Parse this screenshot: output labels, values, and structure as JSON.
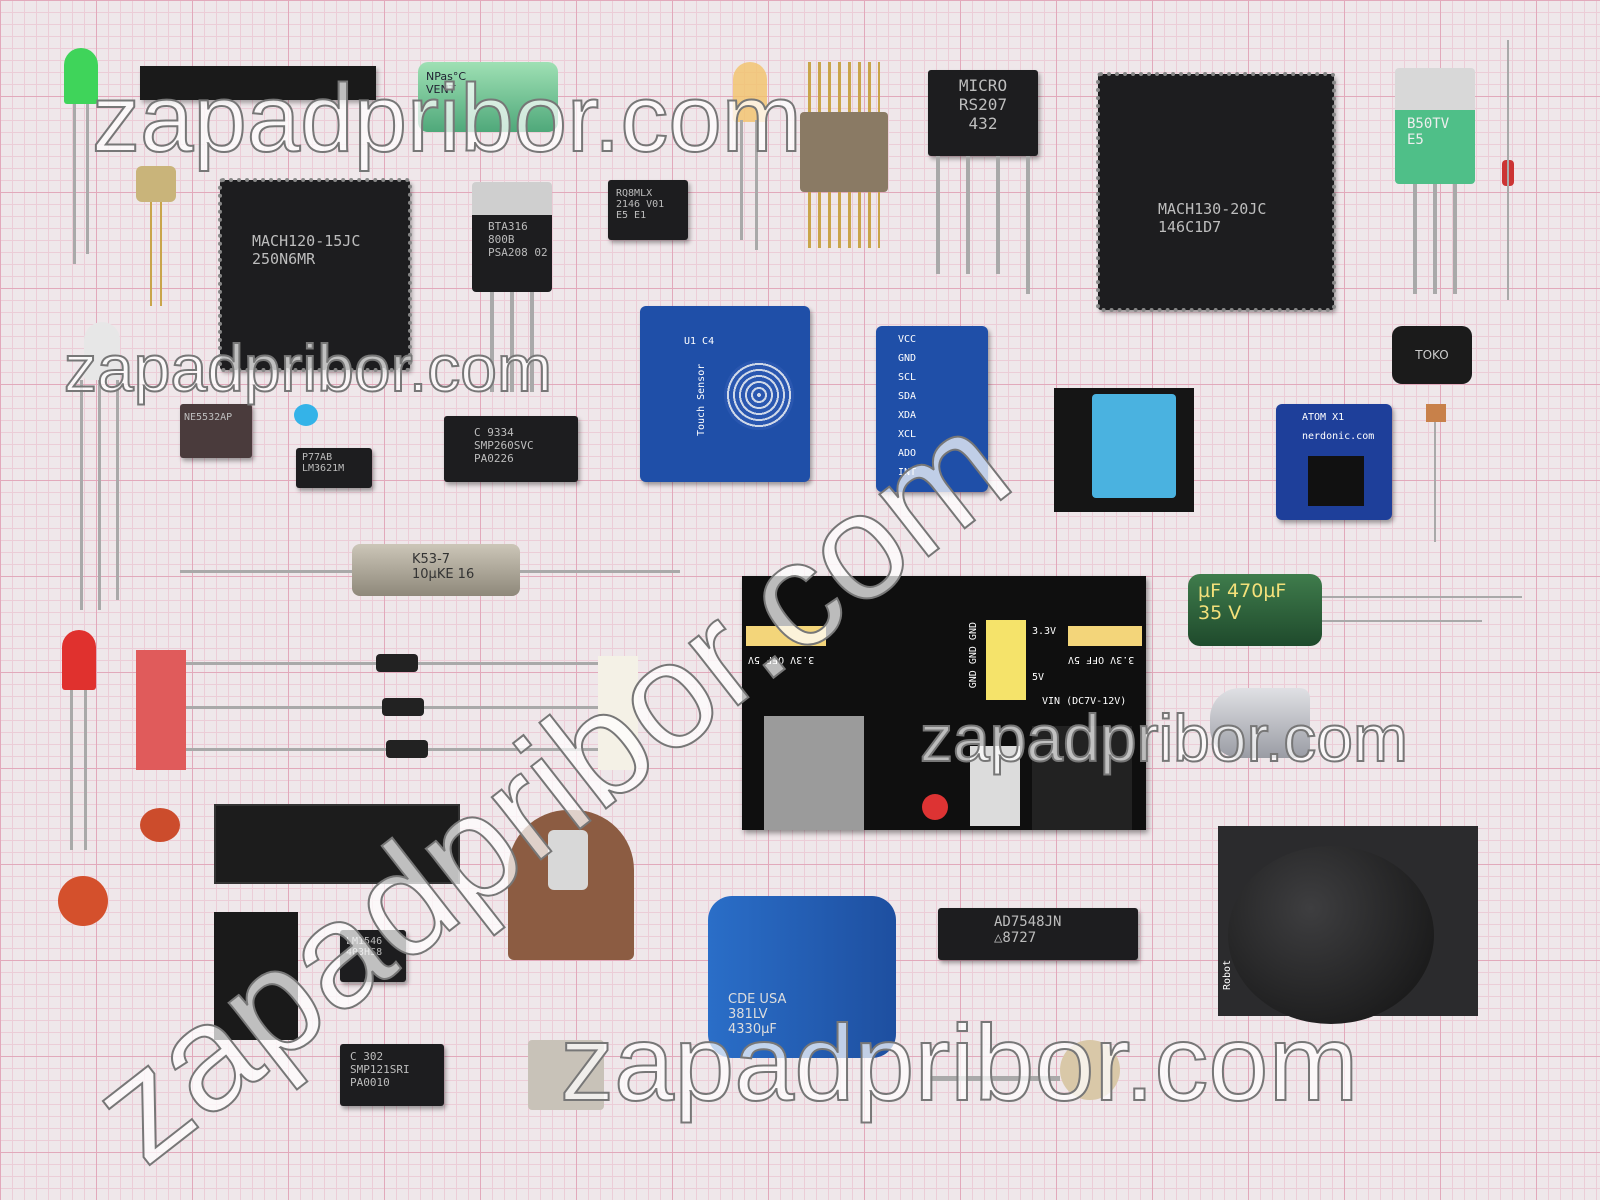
{
  "watermark": "zapadpribor.com",
  "components": {
    "mach120": [
      "MACH120-15JC",
      "250N6MR"
    ],
    "mach130": [
      "MACH130-20JC",
      "146C1D7"
    ],
    "triac": [
      "BTA316",
      "800B",
      "PSA208 02"
    ],
    "soic_rq8": [
      "RQ8MLX",
      "2146 V01",
      "E5 E1"
    ],
    "bridge": [
      "MICRO",
      "RS207",
      "432"
    ],
    "regulator": [
      "B50TV",
      "E5"
    ],
    "capacitor_green": [
      "NPas°C",
      "VENT"
    ],
    "opamp": [
      "NE5532AP"
    ],
    "lm3621": [
      "P77AB",
      "LM3621M"
    ],
    "smp260": [
      "C 9334",
      "SMP260SVC",
      "PA0226"
    ],
    "k53": [
      "K53-7",
      "10µKE 16"
    ],
    "touch": [
      "U1 C4",
      "Touch Sensor"
    ],
    "imu_pins": [
      "VCC",
      "GND",
      "SCL",
      "SDA",
      "XDA",
      "XCL",
      "ADO",
      "INT"
    ],
    "inductor": [
      "TOKO"
    ],
    "atom": [
      "ATOM X1",
      "nerdonic.com"
    ],
    "elcap": [
      "µF 470µF",
      "35 V"
    ],
    "psu": {
      "left": "3.3V OFF 5V",
      "right": "3.3V OFF 5V",
      "gnd": "GND GND GND",
      "v33": "3.3V",
      "v5": "5V",
      "vin": "VIN (DC7V-12V)"
    },
    "ad7548": [
      "AD7548JN",
      "△8727"
    ],
    "lm1546": [
      "LM1546",
      "403HS8"
    ],
    "smp121": [
      "C 302",
      "SMP121SRI",
      "PA0010"
    ],
    "cde": [
      "CDE USA",
      "381LV",
      "4330µF"
    ],
    "joystick": [
      "Robot"
    ]
  },
  "colors": {
    "grid": "#e2a9bb",
    "pcb_blue": "#1f4fa8",
    "pcb_black": "#111111"
  }
}
